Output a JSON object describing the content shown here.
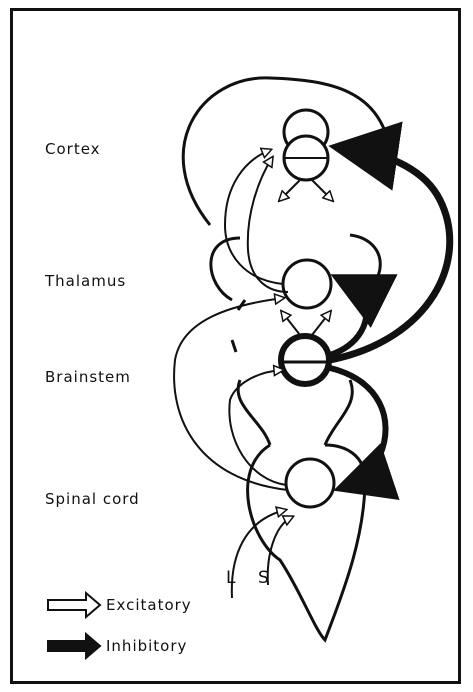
{
  "levels": {
    "cortex": "Cortex",
    "thalamus": "Thalamus",
    "brainstem": "Brainstem",
    "spinal_cord": "Spinal cord"
  },
  "inputs": {
    "left": "L",
    "right": "S"
  },
  "legend": {
    "excitatory": "Excitatory",
    "inhibitory": "Inhibitory"
  },
  "colors": {
    "ink": "#111111",
    "background": "#ffffff"
  }
}
